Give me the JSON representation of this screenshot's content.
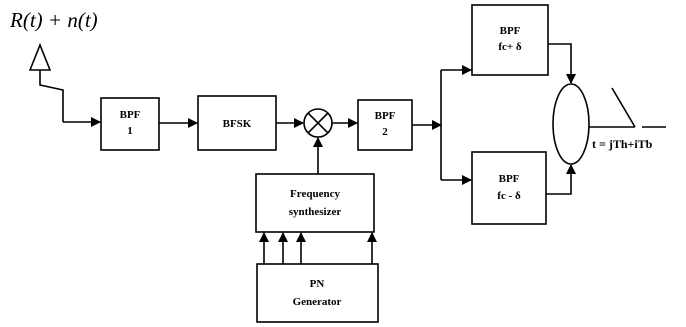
{
  "diagram": {
    "input_signal": "R(t) + n(t)",
    "blocks": {
      "bpf1": [
        "BPF",
        "1"
      ],
      "bfsk": [
        "BFSK"
      ],
      "bpf2": [
        "BPF",
        "2"
      ],
      "bpf_upper": [
        "BPF",
        "fc+ δ"
      ],
      "bpf_lower": [
        "BPF",
        "fc - δ"
      ],
      "freq_synth": [
        "Frequency",
        "synthesizer"
      ],
      "pn_gen": [
        "PN",
        "Generator"
      ]
    },
    "sample_label": "t = jTh+iTb"
  }
}
